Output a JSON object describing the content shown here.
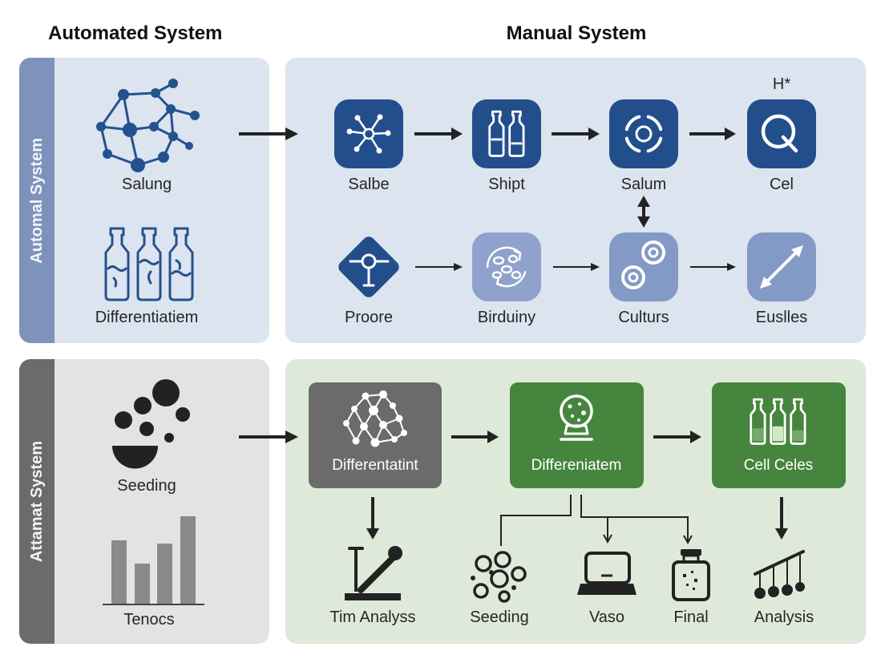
{
  "headers": {
    "left": "Automated System",
    "right": "Manual System"
  },
  "top_section": {
    "side_label": "Automal System",
    "left_items": [
      {
        "label": "Salung",
        "icon": "molecule-network-icon"
      },
      {
        "label": "Differentiatiem",
        "icon": "bottles-icon"
      }
    ],
    "row1": [
      {
        "label": "Salbe",
        "icon": "hub-spokes-icon"
      },
      {
        "label": "Shipt",
        "icon": "bottles-icon"
      },
      {
        "label": "Salum",
        "icon": "rotate-cycle-icon"
      },
      {
        "label": "Cel",
        "icon": "magnifier-icon"
      }
    ],
    "row2": [
      {
        "label": "Proore",
        "icon": "probe-icon"
      },
      {
        "label": "Birduiny",
        "icon": "cells-cycle-icon"
      },
      {
        "label": "Culturs",
        "icon": "rings-icon"
      },
      {
        "label": "Euslles",
        "icon": "diagonal-arrow-icon"
      }
    ],
    "annotation": "H*"
  },
  "bottom_section": {
    "side_label": "Attamat System",
    "left_items": [
      {
        "label": "Seeding",
        "icon": "seeding-bowl-icon"
      },
      {
        "label": "Tenocs",
        "icon": "bar-chart-icon"
      }
    ],
    "boxes": [
      {
        "label": "Differentatint",
        "icon": "molecule-network-icon"
      },
      {
        "label": "Differeniatem",
        "icon": "globe-lamp-icon"
      },
      {
        "label": "Cell Celes",
        "icon": "bottles-icon"
      }
    ],
    "outputs": [
      {
        "label": "Tim Analyss",
        "icon": "microscope-icon"
      },
      {
        "label": "Seeding",
        "icon": "chain-rings-icon"
      },
      {
        "label": "Vaso",
        "icon": "scanner-icon"
      },
      {
        "label": "Final",
        "icon": "jar-icon"
      },
      {
        "label": "Analysis",
        "icon": "pendulum-icon"
      }
    ]
  },
  "colors": {
    "top_panel": "#dce4ef",
    "top_strip": "#7d93bb",
    "icon_dark_blue": "#234e8c",
    "icon_light_blue": "#8399c6",
    "bottom_left_panel": "#e3e3e3",
    "bottom_strip": "#6b6b6b",
    "bottom_right_panel": "#dfe9d9",
    "box_gray": "#6b6b6b",
    "box_green": "#46853e",
    "arrow": "#222222",
    "line_blue": "#24528f"
  }
}
